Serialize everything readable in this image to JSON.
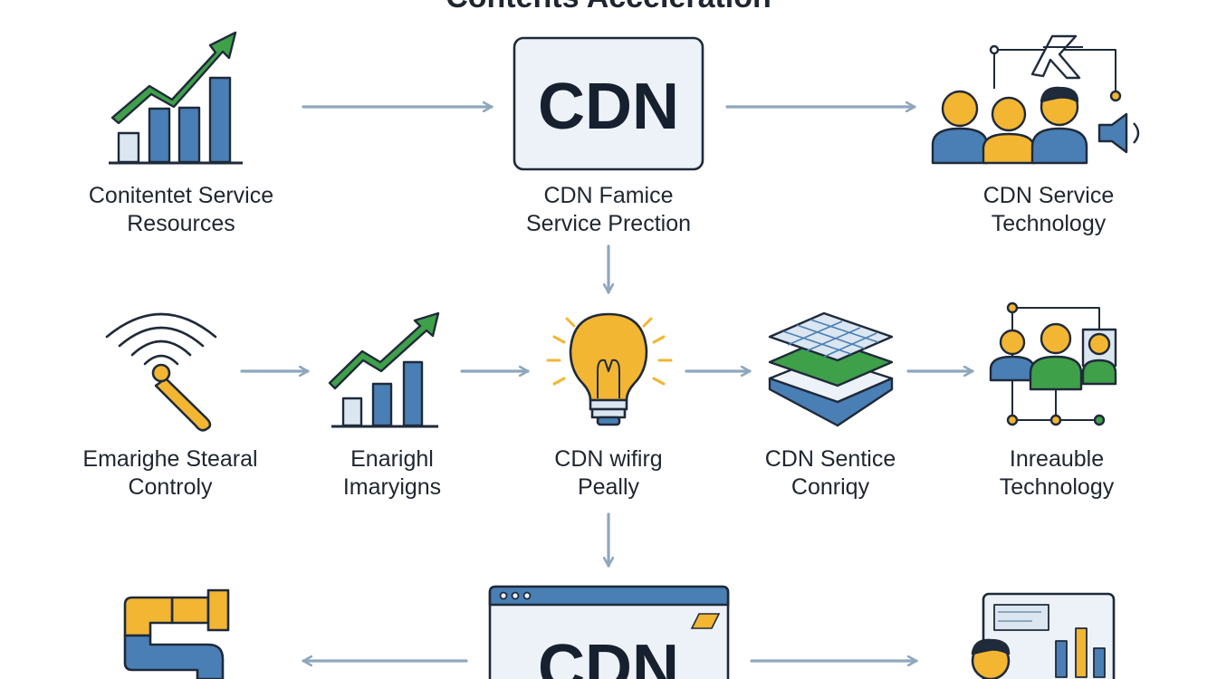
{
  "title": "Contents Acceleration",
  "colors": {
    "arrow": "#8fa7bd",
    "bar_blue": "#4a7fb5",
    "bar_light": "#dbe6f1",
    "green": "#3fa04a",
    "yellow": "#f2b632",
    "outline": "#1f2a3a",
    "box_fill": "#edf2f8"
  },
  "nodes": {
    "content_resources": {
      "icon": "bar-chart-growth-icon",
      "label_lines": [
        "Conitentet Service",
        "Resources"
      ]
    },
    "cdn_service_prection": {
      "icon_text": "CDN",
      "label_lines": [
        "CDN Famice",
        "Service Prection"
      ]
    },
    "cdn_service_technology": {
      "icon": "users-speaker-icon",
      "label_lines": [
        "CDN Service",
        "Technology"
      ]
    },
    "stearal_controly": {
      "icon": "signal-tool-icon",
      "label_lines": [
        "Emarighe Stearal",
        "Controly"
      ]
    },
    "enarighl_imaryigns": {
      "icon": "bar-chart-growth-icon",
      "label_lines": [
        "Enarighl",
        "Imaryigns"
      ]
    },
    "cdn_wifirg_peally": {
      "icon": "lightbulb-icon",
      "label_lines": [
        "CDN wifirg",
        "Peally"
      ]
    },
    "cdn_sentice_conriqy": {
      "icon": "layers-icon",
      "label_lines": [
        "CDN Sentice",
        "Conriqy"
      ]
    },
    "inreauble_technology": {
      "icon": "network-people-icon",
      "label_lines": [
        "Inreauble",
        "Technology"
      ]
    },
    "pipe": {
      "icon": "pipe-icon"
    },
    "cdn_browser": {
      "icon_text": "CDN"
    },
    "dashboard": {
      "icon": "dashboard-person-icon"
    }
  }
}
